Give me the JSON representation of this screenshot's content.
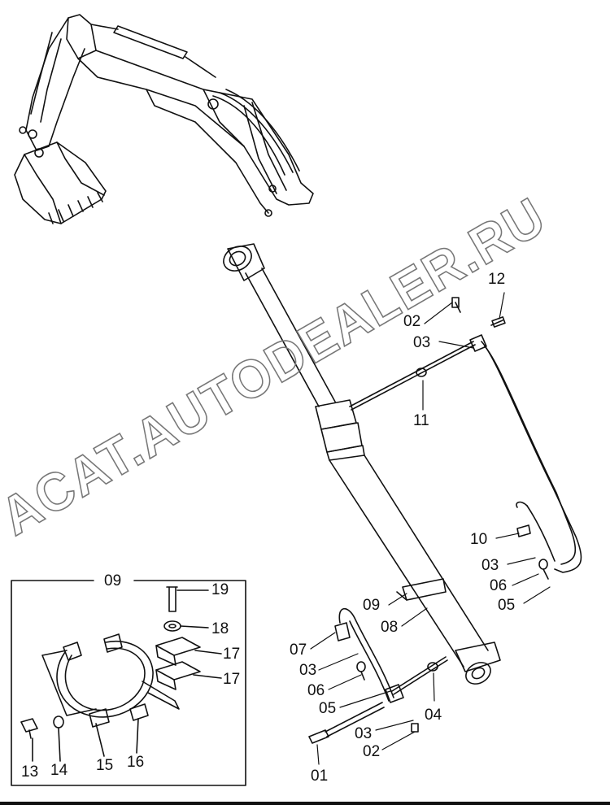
{
  "watermark": {
    "text": "ACAT.AUTODEALER.RU"
  },
  "callouts": {
    "c01": "01",
    "c02a": "02",
    "c02b": "02",
    "c03a": "03",
    "c03b": "03",
    "c03c": "03",
    "c03d": "03",
    "c04": "04",
    "c05a": "05",
    "c05b": "05",
    "c06a": "06",
    "c06b": "06",
    "c07": "07",
    "c08": "08",
    "c09a": "09",
    "c09b": "09",
    "c10": "10",
    "c11": "11",
    "c12": "12",
    "c13": "13",
    "c14": "14",
    "c15": "15",
    "c16": "16",
    "c17a": "17",
    "c17b": "17",
    "c18": "18",
    "c19": "19"
  }
}
